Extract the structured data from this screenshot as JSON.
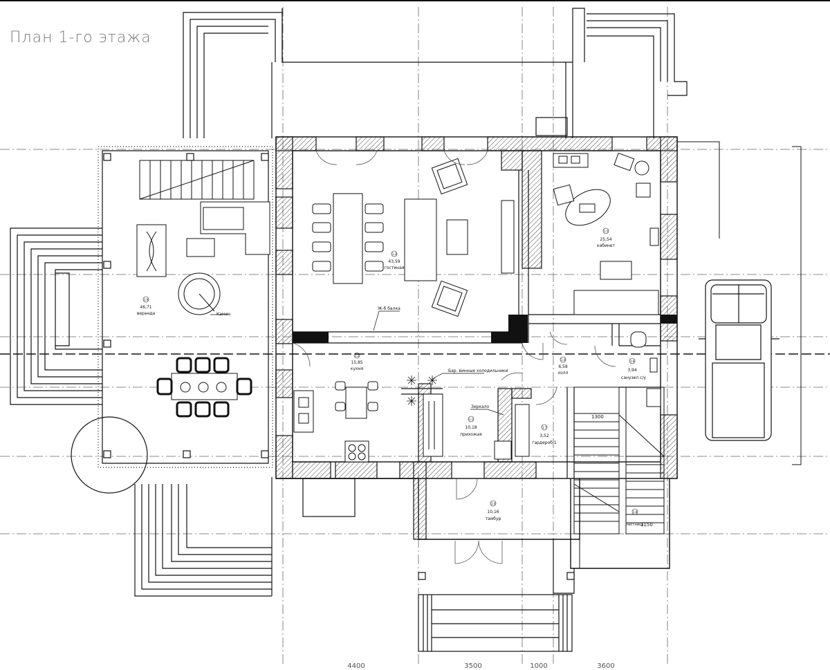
{
  "title": "План 1-го этажа",
  "rooms": [
    {
      "id": "verandah",
      "number": "1.9",
      "area": "46,71",
      "name": "веранда"
    },
    {
      "id": "living",
      "number": "1.3",
      "area": "43,59",
      "name": "гостиная"
    },
    {
      "id": "cabinet",
      "number": "1.5",
      "area": "25,54",
      "name": "кабинет"
    },
    {
      "id": "kitchen",
      "number": "1.2",
      "area": "15,85",
      "name": "кухня"
    },
    {
      "id": "hall",
      "number": "1.4",
      "area": "6,58",
      "name": "холл"
    },
    {
      "id": "bathroom",
      "number": "1.6",
      "area": "3,94",
      "name": "санузел с/у"
    },
    {
      "id": "hallway",
      "number": "1.1",
      "area": "10,18",
      "name": "прихожая"
    },
    {
      "id": "wardrobe",
      "number": "1.7",
      "area": "3,52",
      "name": "гардероб 1"
    },
    {
      "id": "vestibule",
      "number": "1.0",
      "area": "10,16",
      "name": "тамбур"
    },
    {
      "id": "stair",
      "number": "1.8",
      "area": "",
      "name": "лестница"
    }
  ],
  "annotations": {
    "fireplace": "Камин",
    "beam": "Ж-б балка",
    "fridges": "Бар. винные холодильники",
    "mirror": "Зеркало",
    "stair_width_1": "1300",
    "stair_width_2": "1150"
  },
  "dimensions": [
    "4400",
    "3500",
    "1000",
    "3600"
  ],
  "colors": {
    "line": "#111111",
    "axis": "#555555",
    "hatch": "#444444",
    "faint": "#999999"
  }
}
